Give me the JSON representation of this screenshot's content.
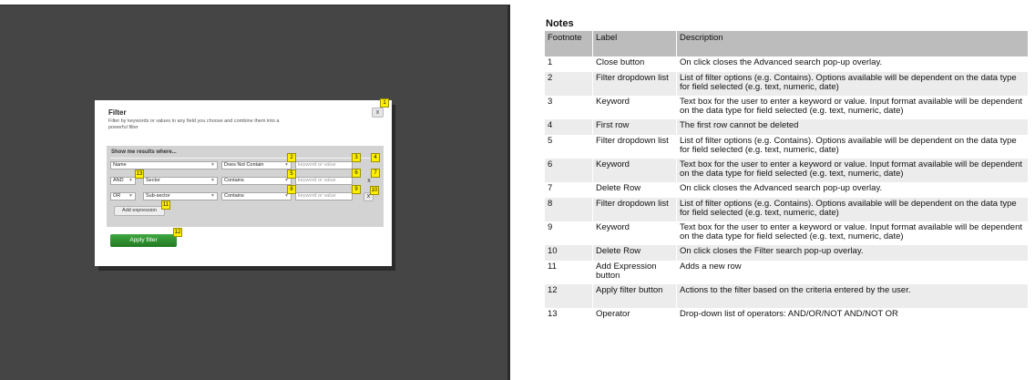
{
  "mockup": {
    "title": "Filter",
    "subtitle": "Filter by keywords or values in any field you choose and combine them into a powerful filter",
    "close_label": "x",
    "show_label": "Show me results where...",
    "rows": [
      {
        "operator": "",
        "field": "Name",
        "condition": "Does Not Contain",
        "keyword_placeholder": "keyword or value",
        "delete": ""
      },
      {
        "operator": "AND",
        "field": "Sector",
        "condition": "Contains",
        "keyword_placeholder": "keyword or value",
        "delete": "x"
      },
      {
        "operator": "OR",
        "field": "Sub-sector",
        "condition": "Contains",
        "keyword_placeholder": "keyword or value",
        "delete": "x"
      }
    ],
    "add_expression_label": "Add expression",
    "apply_label": "Apply filter",
    "footnote_markers": [
      "1",
      "2",
      "3",
      "4",
      "5",
      "6",
      "7",
      "8",
      "9",
      "10",
      "11",
      "12",
      "13"
    ]
  },
  "notes": {
    "title": "Notes",
    "headers": [
      "Footnote",
      "Label",
      "Description"
    ],
    "rows": [
      [
        "1",
        "Close button",
        "On click closes the Advanced search pop-up overlay."
      ],
      [
        "2",
        "Filter dropdown list",
        "List of filter options (e.g. Contains). Options available will be dependent on the data type for field selected (e.g. text, numeric, date)"
      ],
      [
        "3",
        "Keyword",
        "Text box for the user to enter a keyword or value. Input format available will be dependent on the data type for field selected (e.g. text, numeric, date)"
      ],
      [
        "4",
        "First row",
        "The first row cannot be deleted"
      ],
      [
        "5",
        "Filter dropdown list",
        "List of filter options (e.g. Contains). Options available will be dependent on the data type for field selected (e.g. text, numeric, date)"
      ],
      [
        "6",
        "Keyword",
        "Text box for the user to enter a keyword or value. Input format available will be dependent on the data type for field selected (e.g. text, numeric, date)"
      ],
      [
        "7",
        "Delete Row",
        "On click closes the Advanced search pop-up overlay."
      ],
      [
        "8",
        "Filter dropdown list",
        "List of filter options (e.g. Contains). Options available will be dependent on the data type for field selected (e.g. text, numeric, date)"
      ],
      [
        "9",
        "Keyword",
        "Text box for the user to enter a keyword or value. Input format available will be dependent on the data type for field selected (e.g. text, numeric, date)"
      ],
      [
        "10",
        "Delete Row",
        "On click closes the Filter search pop-up overlay."
      ],
      [
        "11",
        "Add Expression button",
        "Adds a new row"
      ],
      [
        "12",
        "Apply filter button",
        "Actions to the filter based on the criteria entered by the user."
      ],
      [
        "13",
        "Operator",
        "Drop-down list of operators: AND/OR/NOT AND/NOT OR"
      ]
    ]
  }
}
